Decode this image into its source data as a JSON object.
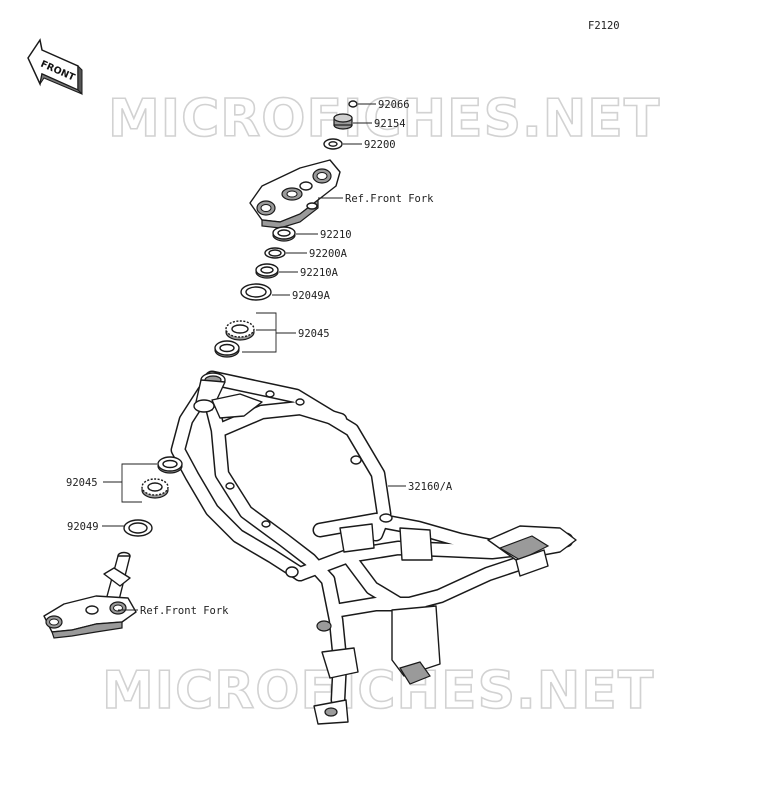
{
  "figure_code": "F2120",
  "front_label": "FRONT",
  "watermark": "MICROFICHES.NET",
  "callouts": {
    "p92066": "92066",
    "p92154": "92154",
    "p92200": "92200",
    "ref_fork_top": "Ref.Front Fork",
    "p92210": "92210",
    "p92200A": "92200A",
    "p92210A": "92210A",
    "p92049A": "92049A",
    "p92045_upper": "92045",
    "p32160A": "32160/A",
    "p92045_lower": "92045",
    "p92049": "92049",
    "ref_fork_bottom": "Ref.Front Fork"
  },
  "colors": {
    "line": "#1a1a1a",
    "watermark": "#d2d2d2",
    "shade": "#9a9a9a"
  }
}
